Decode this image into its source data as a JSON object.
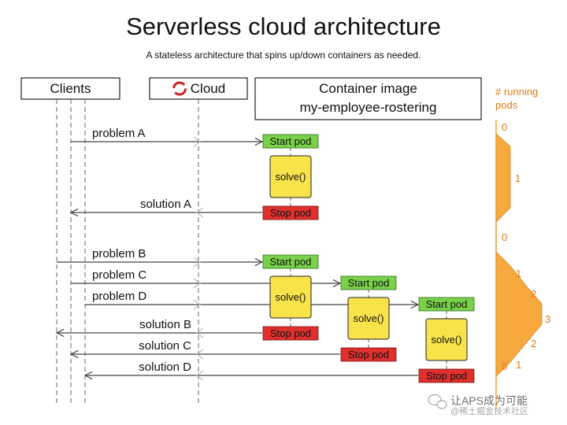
{
  "title": "Serverless cloud architecture",
  "subtitle": "A stateless architecture that spins up/down containers as needed.",
  "headers": {
    "clients": "Clients",
    "cloud": "Cloud",
    "container_line1": "Container image",
    "container_line2": "my-employee-rostering"
  },
  "running_pods": {
    "label_line1": "# running",
    "label_line2": "pods",
    "levels": [
      "0",
      "1",
      "0",
      "1",
      "2",
      "3",
      "2",
      "1",
      "0"
    ]
  },
  "messages": {
    "problem_a": "problem A",
    "solution_a": "solution A",
    "problem_b": "problem B",
    "problem_c": "problem C",
    "problem_d": "problem D",
    "solution_b": "solution B",
    "solution_c": "solution C",
    "solution_d": "solution D"
  },
  "pods": {
    "start": "Start pod",
    "stop": "Stop pod",
    "solve": "solve()"
  },
  "watermark": {
    "text": "让APS成为可能",
    "sub": "@稀土掘金技术社区"
  },
  "colors": {
    "start_pod": "#79d14a",
    "stop_pod": "#e0302d",
    "solve_box": "#f9e34a",
    "pods_area": "#f7a93e",
    "pods_text": "#e07a10",
    "cloud_logo": "#cc1f1f"
  }
}
